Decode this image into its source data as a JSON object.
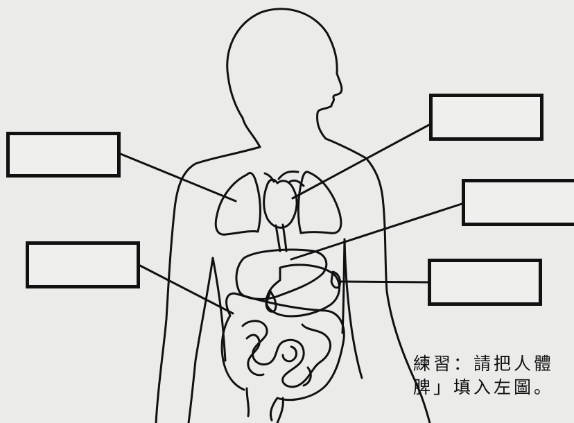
{
  "worksheet": {
    "instruction_line1": "練習：請把人體",
    "instruction_line2": "脾」填入左圖。"
  },
  "label_boxes": [
    {
      "id": "left-upper",
      "text": ""
    },
    {
      "id": "left-lower",
      "text": ""
    },
    {
      "id": "right-upper",
      "text": ""
    },
    {
      "id": "right-middle",
      "text": ""
    },
    {
      "id": "right-lower",
      "text": ""
    }
  ],
  "colors": {
    "background": "#ebebea",
    "line": "#111111"
  }
}
